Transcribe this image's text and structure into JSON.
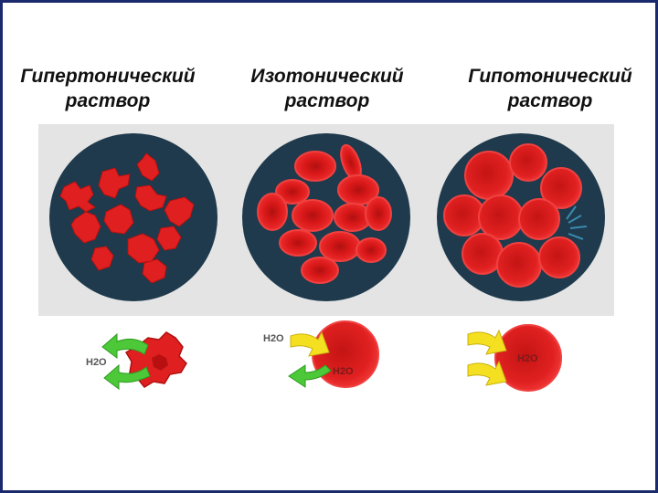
{
  "columns": [
    {
      "title_line1": "Гипертонический",
      "title_line2": "раствор",
      "water_label": "H2O"
    },
    {
      "title_line1": "Изотонический",
      "title_line2": "раствор",
      "water_label_outside": "H2O",
      "water_label_inside": "H2O"
    },
    {
      "title_line1": "Гипотонический",
      "title_line2": "раствор",
      "water_label_inside": "H2O"
    }
  ],
  "colors": {
    "border": "#1a2a6c",
    "circle_bg": "#1e3a4c",
    "cell": "#e02020",
    "cell_dark": "#a81010",
    "arrow_out": "#4cc838",
    "arrow_in": "#f4e020",
    "panel_bg": "#e4e4e4"
  }
}
